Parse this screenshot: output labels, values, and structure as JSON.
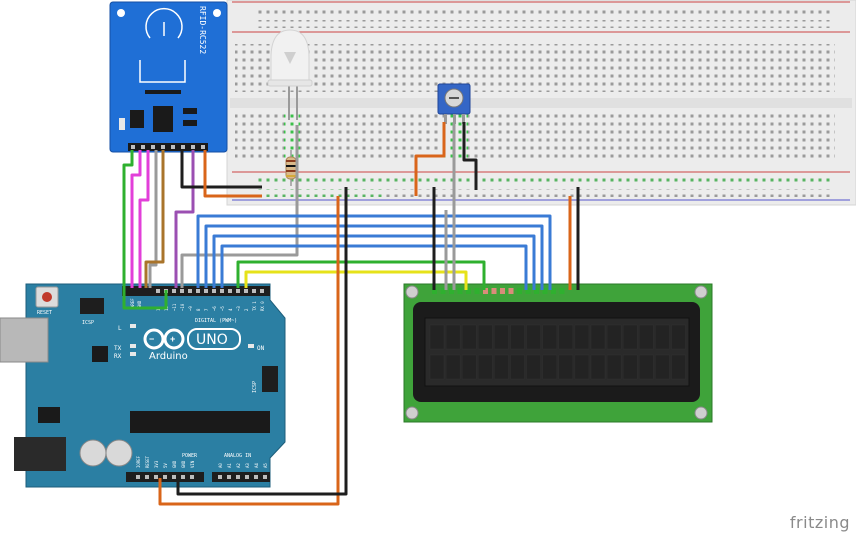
{
  "watermark": "fritzing",
  "rfid": {
    "label": "RFID-RC522"
  },
  "arduino": {
    "brand": "Arduino",
    "model": "UNO",
    "reset": "RESET",
    "icsp": "ICSP",
    "icsp2": "ICSP",
    "on": "ON",
    "tx": "TX",
    "rx": "RX",
    "l": "L",
    "aref": "AREF",
    "gnd": "GND",
    "digital": "DIGITAL (PWM~)",
    "power": "POWER",
    "analog": "ANALOG IN",
    "digital_pins": [
      "13",
      "12",
      "~11",
      "~10",
      "~9",
      "8",
      "7",
      "~6",
      "~5",
      "4",
      "~3",
      "2",
      "TX 1",
      "RX 0"
    ],
    "power_pins": [
      "IOREF",
      "RESET",
      "3V3",
      "5V",
      "GND",
      "GND",
      "VIN"
    ],
    "analog_pins": [
      "A0",
      "A1",
      "A2",
      "A3",
      "A4",
      "A5"
    ]
  },
  "colors": {
    "board": "#2b7fa3",
    "rfid": "#1f6fd6",
    "lcd_pcb": "#3fa33a",
    "wire_blue": "#3a7bd5",
    "wire_orange": "#d9651a",
    "wire_green": "#2fb02f",
    "wire_yellow": "#e6e21a",
    "wire_magenta": "#e23fd9",
    "wire_purple": "#9b4fb2",
    "wire_gray": "#9a9a9a",
    "wire_brown": "#a9742b",
    "wire_black": "#1e1e1e"
  }
}
